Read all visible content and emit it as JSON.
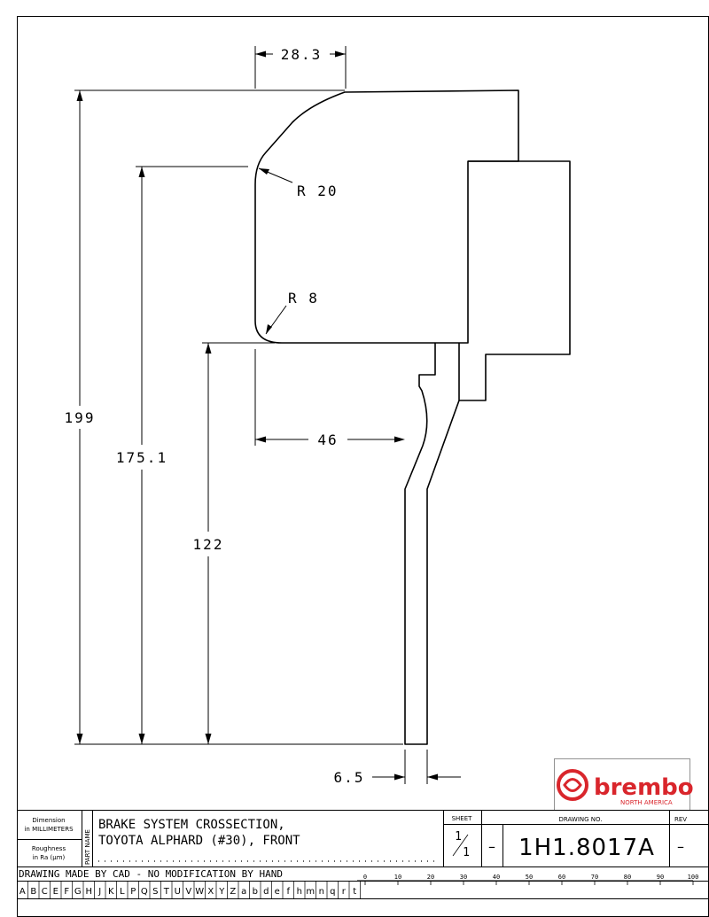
{
  "dimensions": {
    "top_width": "28.3",
    "radius_large": "R 20",
    "radius_small": "R 8",
    "overall_height": "199",
    "mid_height": "175.1",
    "lower_height": "122",
    "offset": "46",
    "thickness": "6.5"
  },
  "logo": {
    "brand": "brembo",
    "subtitle": "NORTH AMERICA",
    "color": "#d9262c"
  },
  "title_block": {
    "dimension_label_1": "Dimension",
    "dimension_label_2": "in MILLIMETERS",
    "roughness_label_1": "Roughness",
    "roughness_label_2": "in Ra (μm)",
    "part_name_label": "PART NAME",
    "part_name_line1": "BRAKE SYSTEM CROSSECTION,",
    "part_name_line2": "TOYOTA ALPHARD (#30), FRONT",
    "sheet_label": "SHEET",
    "sheet_number": "1",
    "sheet_total": "1",
    "dash": "–",
    "drawing_no_label": "DRAWING NO.",
    "drawing_no": "1H1.8017A",
    "rev_label": "REV",
    "rev_value": "–",
    "note": "DRAWING MADE BY CAD - NO MODIFICATION BY HAND"
  },
  "scale_ticks": [
    "0",
    "10",
    "20",
    "30",
    "40",
    "50",
    "60",
    "70",
    "80",
    "90",
    "100"
  ],
  "grid_letters": [
    "A",
    "B",
    "C",
    "E",
    "F",
    "G",
    "H",
    "J",
    "K",
    "L",
    "P",
    "Q",
    "S",
    "T",
    "U",
    "V",
    "W",
    "X",
    "Y",
    "Z",
    "a",
    "b",
    "d",
    "e",
    "f",
    "h",
    "m",
    "n",
    "q",
    "r",
    "t"
  ]
}
